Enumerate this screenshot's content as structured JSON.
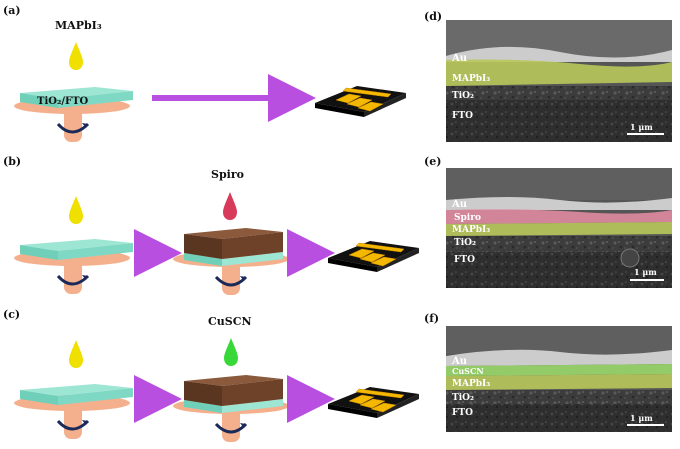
{
  "panels": {
    "a": "(a)",
    "b": "(b)",
    "c": "(c)",
    "d": "(d)",
    "e": "(e)",
    "f": "(f)"
  },
  "precursors": {
    "mapbi3": "MAPbI₃",
    "spiro": "Spiro",
    "cuscn": "CuSCN"
  },
  "substrate_label": "TiO₂/FTO",
  "sem": {
    "d": {
      "au": "Au",
      "mapbi3": "MAPbI₃",
      "tio2": "TiO₂",
      "fto": "FTO",
      "scale": "1 μm"
    },
    "e": {
      "au": "Au",
      "htl": "Spiro",
      "mapbi3": "MAPbI₃",
      "tio2": "TiO₂",
      "fto": "FTO",
      "scale": "1 μm"
    },
    "f": {
      "au": "Au",
      "htl": "CuSCN",
      "mapbi3": "MAPbI₃",
      "tio2": "TiO₂",
      "fto": "FTO",
      "scale": "1 μm"
    }
  },
  "colors": {
    "substrate_top": "#9ee6d4",
    "substrate_side": "#6fcfb9",
    "perovskite_top": "#8b5a3c",
    "perovskite_side": "#5a3520",
    "platform": "#f4b08c",
    "arrow": "#b94fe0",
    "drop_mapbi3": "#f0e000",
    "drop_spiro": "#d83a5a",
    "drop_cuscn": "#37d838",
    "device_body": "#111111",
    "electrode": "#f5b800",
    "sem_au": "#cccccc",
    "sem_spiro": "#e08aa0",
    "sem_mapbi3": "#b8c85a",
    "sem_cuscn": "#9ad86a"
  }
}
